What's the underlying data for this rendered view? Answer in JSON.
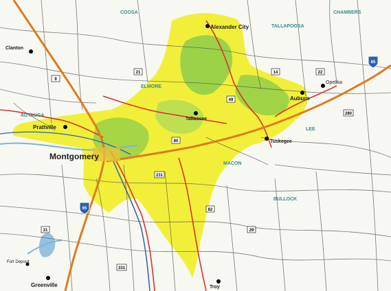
{
  "map": {
    "colors": {
      "background": "#ffffff",
      "highlight_yellow": "#f2ef3a",
      "highlight_green": "#8ccc4a",
      "interstate_orange": "#e07a1f",
      "road_red": "#d9322a",
      "road_black": "#222222",
      "county_teal": "#3a8a8a",
      "water_blue": "#7fb3d9"
    },
    "cities": [
      {
        "id": "montgomery",
        "label": "Montgomery"
      },
      {
        "id": "alexander-city",
        "label": "Alexander City"
      },
      {
        "id": "auburn",
        "label": "Auburn"
      },
      {
        "id": "opelika",
        "label": "Opelika"
      },
      {
        "id": "prattville",
        "label": "Prattville"
      },
      {
        "id": "tallassee",
        "label": "Tallassee"
      },
      {
        "id": "tuskegee",
        "label": "Tuskegee"
      },
      {
        "id": "clanton",
        "label": "Clanton"
      },
      {
        "id": "greenville",
        "label": "Greenville"
      },
      {
        "id": "troy",
        "label": "Troy"
      },
      {
        "id": "fort-deposit",
        "label": "Fort Deposit"
      }
    ],
    "counties": [
      "COOSA",
      "TALLAPOOSA",
      "CHAMBERS",
      "MACON",
      "BULLOCK",
      "ELMORE",
      "AUTAUGA",
      "LEE"
    ],
    "shields": [
      "65",
      "85",
      "231",
      "82",
      "29",
      "80",
      "14",
      "21",
      "331",
      "9",
      "31",
      "49",
      "22",
      "280"
    ]
  }
}
